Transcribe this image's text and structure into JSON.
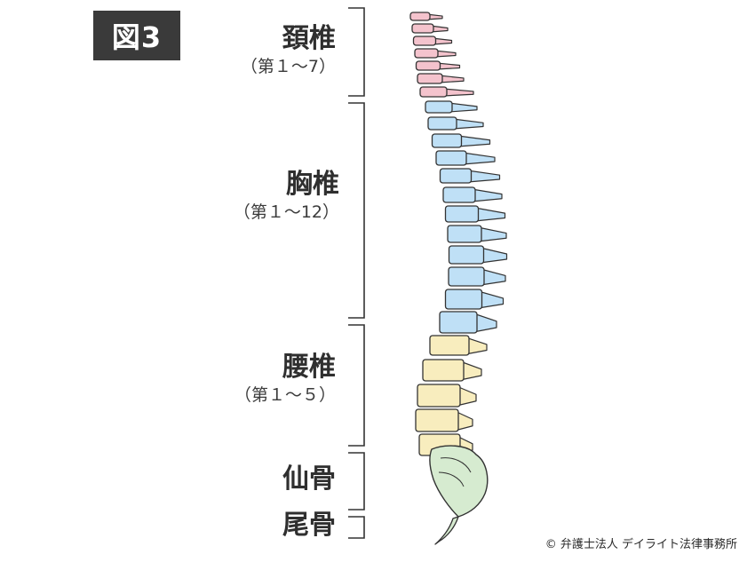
{
  "figure": {
    "badge": "図3"
  },
  "regions": {
    "cervical": {
      "name": "頚椎",
      "range": "（第１〜7）"
    },
    "thoracic": {
      "name": "胸椎",
      "range": "（第１〜12）"
    },
    "lumbar": {
      "name": "腰椎",
      "range": "（第１〜５）"
    },
    "sacrum": {
      "name": "仙骨"
    },
    "coccyx": {
      "name": "尾骨"
    }
  },
  "credit": "© 弁護士法人 デイライト法律事務所",
  "colors": {
    "cervical": "#f4c3cd",
    "thoracic": "#bfe0f6",
    "lumbar": "#f8edbe",
    "sacrum": "#d6ebd0",
    "outline": "#333333"
  }
}
